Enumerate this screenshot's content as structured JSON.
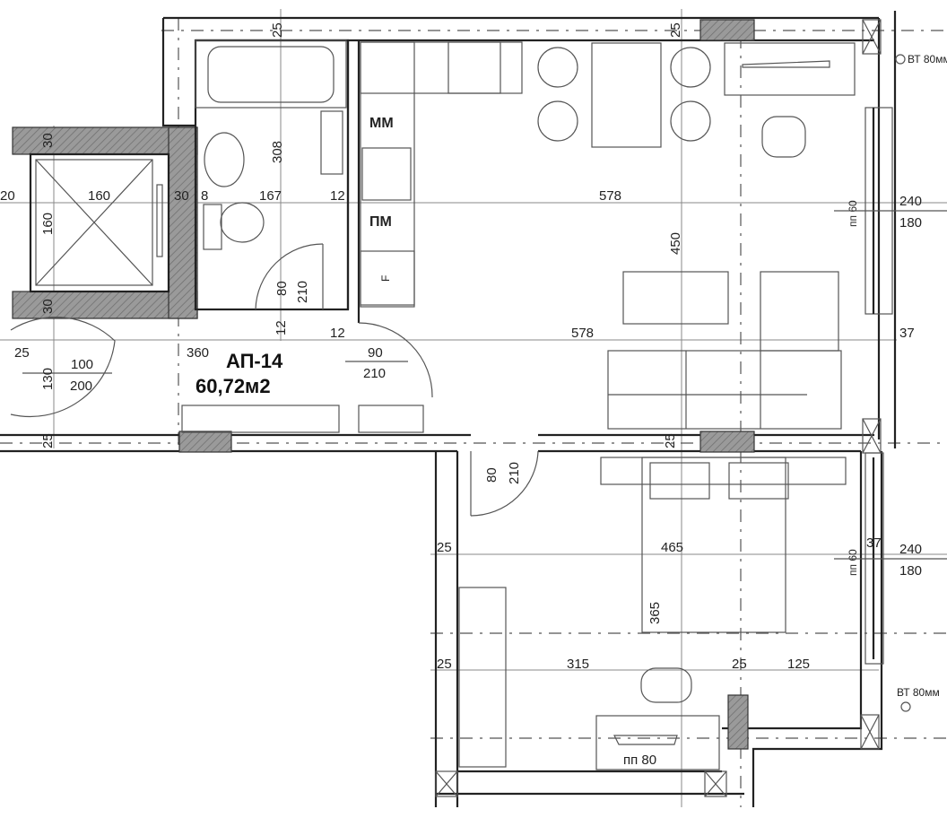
{
  "apartment": {
    "name": "АП-14",
    "area": "60,72м2"
  },
  "colors": {
    "wall_hatch": "#9a9a9a",
    "line": "#222222"
  },
  "symbols": {
    "mm": "ММ",
    "pm": "ПМ",
    "fridge": "F"
  },
  "dimensions": {
    "top_left_25": "25",
    "elev_top_30": "30",
    "left_20": "20",
    "elev_w_160": "160",
    "wall_30": "30",
    "wall_8": "8",
    "bath_w_167": "167",
    "wall_12": "12",
    "bath_h_308": "308",
    "elev_h_160": "160",
    "elev_bot_30": "30",
    "door_80": "80",
    "door_210": "210",
    "wall_12_v": "12",
    "wall_12_b": "12",
    "hall_25": "25",
    "hall_360": "360",
    "entry_90": "90",
    "entry_210": "210",
    "door_100": "100",
    "door_200": "200",
    "door_130": "130",
    "bottom_25": "25",
    "living_w_578": "578",
    "living_h_450": "450",
    "living_w2_578": "578",
    "top_right_25": "25",
    "win1_sill": "пп 60",
    "win1_w": "240",
    "win1_h": "180",
    "wall_37": "37",
    "vent1": "ВТ 80мм",
    "bed_top_25": "25",
    "bed_door_80": "80",
    "bed_door_210": "210",
    "bed_left_25": "25",
    "bed_w_465": "465",
    "win2_sill": "пп 60",
    "wall2_37": "37",
    "win2_w": "240",
    "win2_h": "180",
    "bed_h_365": "365",
    "bed_left2_25": "25",
    "bed_315": "315",
    "bed_25": "25",
    "bed_125": "125",
    "vent2": "ВТ 80мм",
    "desk_sill": "пп 80"
  }
}
